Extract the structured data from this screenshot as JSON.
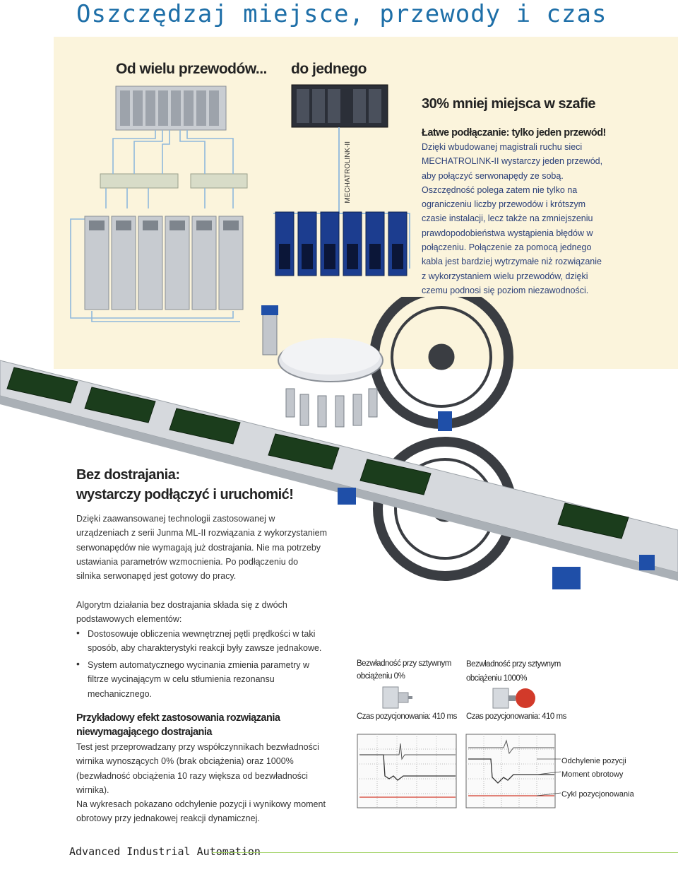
{
  "page_title": "Oszczędzaj miejsce, przewody i czas",
  "top": {
    "label_many": "Od wielu przewodów...",
    "label_one": "do jednego",
    "mechatrolink_label": "MECHATROLINK-II",
    "space_heading": "30% mniej miejsca w szafie",
    "easy_heading": "Łatwe podłączanie: tylko jeden przewód!",
    "easy_lines": [
      "Dzięki wbudowanej magistrali ruchu sieci",
      "MECHATROLINK-II wystarczy jeden przewód,",
      "aby połączyć serwonapędy ze sobą.",
      "Oszczędność polega zatem nie tylko na",
      "ograniczeniu liczby przewodów i krótszym",
      "czasie instalacji, lecz także na zmniejszeniu",
      "prawdopodobieństwa wystąpienia błędów w",
      "połączeniu. Połączenie za pomocą jednego",
      "kabla jest bardziej wytrzymałe niż rozwiązanie",
      "z wykorzystaniem wielu przewodów, dzięki",
      "czemu podnosi się poziom niezawodności."
    ]
  },
  "no_tuning": {
    "heading_line1": "Bez dostrajania:",
    "heading_line2": "wystarczy podłączyć i uruchomić!",
    "lines": [
      "Dzięki zaawansowanej technologii zastosowanej w",
      "urządzeniach z serii Junma ML-II rozwiązania z wykorzystaniem",
      "serwonapędów nie wymagają już dostrajania. Nie ma potrzeby",
      "ustawiania parametrów wzmocnienia. Po podłączeniu do",
      "silnika serwonapęd jest gotowy do pracy."
    ]
  },
  "algorithm": {
    "intro_lines": [
      "Algorytm działania bez dostrajania składa się z dwóch",
      "podstawowych elementów:"
    ],
    "bullets": [
      [
        "Dostosowuje obliczenia wewnętrznej pętli prędkości w taki",
        "sposób, aby charakterystyki reakcji były zawsze jednakowe."
      ],
      [
        "System automatycznego wycinania zmienia parametry w",
        "filtrze wycinającym w celu stłumienia rezonansu",
        "mechanicznego."
      ]
    ]
  },
  "example": {
    "heading_line1": "Przykładowy efekt zastosowania rozwiązania",
    "heading_line2": "niewymagającego dostrajania",
    "lines": [
      "Test jest przeprowadzany przy współczynnikach bezwładności",
      "wirnika wynoszących 0% (brak obciążenia) oraz 1000%",
      "(bezwładność obciążenia 10 razy większa od bezwładności",
      "wirnika).",
      "Na wykresach pokazano odchylenie pozycji i wynikowy moment",
      "obrotowy przy jednakowej reakcji dynamicznej."
    ]
  },
  "charts": {
    "left_caption_line1": "Bezwładność przy sztywnym",
    "left_caption_line2": "obciążeniu 0%",
    "right_caption_line1": "Bezwładność przy sztywnym",
    "right_caption_line2": "obciążeniu 1000%",
    "left_time": "Czas pozycjonowania: 410 ms",
    "right_time": "Czas pozycjonowania: 410 ms",
    "legend": [
      "Odchylenie pozycji",
      "Moment obrotowy",
      "Cykl pozycjonowania"
    ]
  },
  "footer": {
    "text": "Advanced Industrial Automation"
  },
  "colors": {
    "title_blue": "#1e6fa8",
    "panel_cream": "#fbf4dc",
    "navy": "#2a3f78",
    "footer_green": "#9bd05a",
    "drive_blue": "#1c3d8f",
    "cable_blue": "#8fb8dc",
    "trace_red": "#d23a2a"
  }
}
